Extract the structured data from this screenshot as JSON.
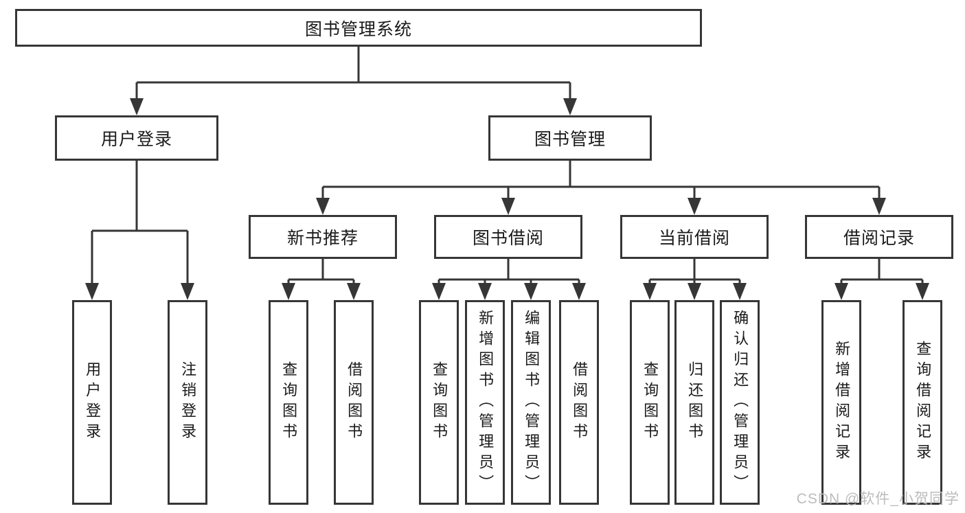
{
  "root": {
    "label": "图书管理系统"
  },
  "level2": [
    {
      "label": "用户登录"
    },
    {
      "label": "图书管理"
    }
  ],
  "level3": [
    {
      "label": "新书推荐"
    },
    {
      "label": "图书借阅"
    },
    {
      "label": "当前借阅"
    },
    {
      "label": "借阅记录"
    }
  ],
  "leaves": {
    "user_login": [
      {
        "label": "用户登录"
      },
      {
        "label": "注销登录"
      }
    ],
    "new_book_recommend": [
      {
        "label": "查询图书"
      },
      {
        "label": "借阅图书"
      }
    ],
    "book_borrow": [
      {
        "label": "查询图书"
      },
      {
        "label": "新增图书（管理员）"
      },
      {
        "label": "编辑图书（管理员）"
      },
      {
        "label": "借阅图书"
      }
    ],
    "current_borrow": [
      {
        "label": "查询图书"
      },
      {
        "label": "归还图书"
      },
      {
        "label": "确认归还（管理员）"
      }
    ],
    "borrow_records": [
      {
        "label": "新增借阅记录"
      },
      {
        "label": "查询借阅记录"
      }
    ]
  },
  "watermark": "CSDN @软件_小贺同学",
  "colors": {
    "line": "#363636",
    "text": "#1a1a1a",
    "watermark": "#bcbcbc"
  }
}
